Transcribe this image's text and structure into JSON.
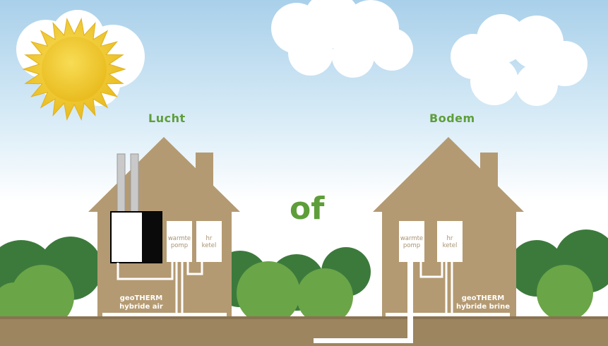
{
  "scene": {
    "left_house": {
      "heading": "Lucht",
      "unit_warmtepomp": [
        "warmte",
        "pomp"
      ],
      "unit_ketel": [
        "hr",
        "ketel"
      ],
      "caption": [
        "geoTHERM",
        "hybride air"
      ]
    },
    "connector": "of",
    "right_house": {
      "heading": "Bodem",
      "unit_warmtepomp": [
        "warmte",
        "pomp"
      ],
      "unit_ketel": [
        "hr",
        "ketel"
      ],
      "caption": [
        "geoTHERM",
        "hybride brine"
      ]
    }
  },
  "colors": {
    "sky_top": "#a9d0ea",
    "sky_bottom": "#ffffff",
    "house": "#b49a72",
    "ground": "#9c855f",
    "bush_dark": "#3c7a3c",
    "bush_light": "#6aa547",
    "text_green": "#5e9e3a",
    "sun": "#f4cf2d"
  }
}
